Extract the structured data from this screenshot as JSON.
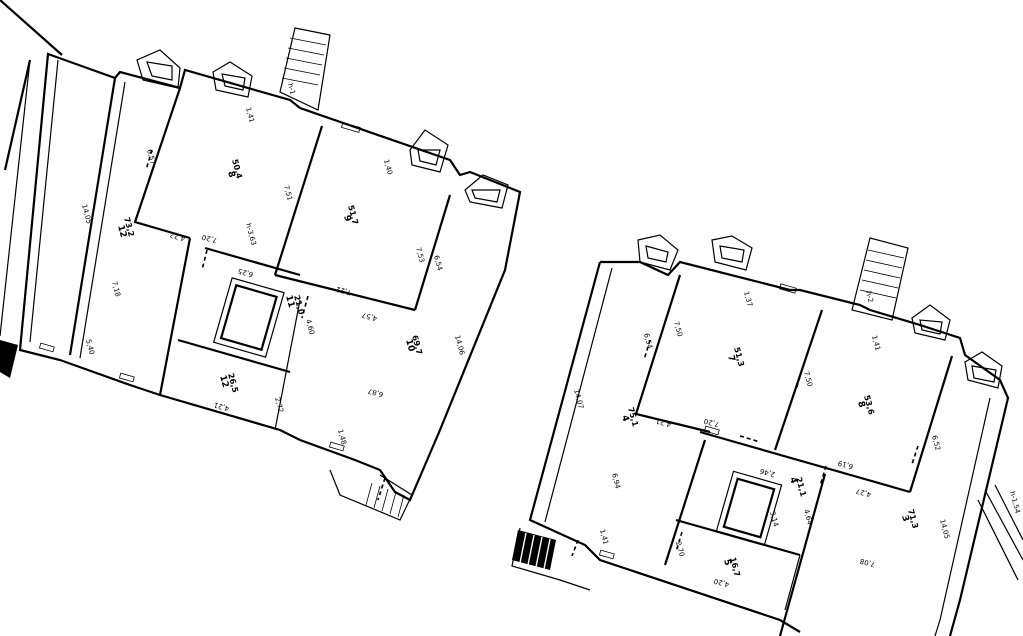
{
  "left_unit": {
    "rooms": [
      {
        "number": "8",
        "area": "50,4"
      },
      {
        "number": "9",
        "area": "51,7"
      },
      {
        "number": "12",
        "area": "73,2"
      },
      {
        "number": "11",
        "area": "21,0"
      },
      {
        "number": "10",
        "area": "69,7"
      },
      {
        "number": "12",
        "area": "26,5"
      }
    ],
    "dimensions": [
      "6,57",
      "1,41",
      "7,51",
      "1,40",
      "14,05",
      "4,22",
      "7,20",
      "h-3,63",
      "7,53",
      "6,54",
      "6,25",
      "7,22",
      "4,57",
      "7,18",
      "4,60",
      "5,40",
      "4,21",
      "2,72",
      "6,87",
      "14,06",
      "1,48"
    ],
    "labels": {
      "stair": "h-1"
    }
  },
  "right_unit": {
    "rooms": [
      {
        "number": "7",
        "area": "51,3"
      },
      {
        "number": "4",
        "area": "75,1"
      },
      {
        "number": "8",
        "area": "53,6"
      },
      {
        "number": "4",
        "area": "21,1"
      },
      {
        "number": "3",
        "area": "71,3"
      },
      {
        "number": "5",
        "area": "16,7"
      }
    ],
    "dimensions": [
      "6,54",
      "7,50",
      "1,37",
      "7,20",
      "4,21",
      "7,50",
      "1,41",
      "6,52",
      "14,07",
      "6,94",
      "2,46",
      "6,19",
      "3,14",
      "4,64",
      "4,27",
      "14,05",
      "1,41",
      "2,70",
      "4,20",
      "7,08"
    ],
    "labels": {
      "stair": "h-2",
      "edge": "h-1,54"
    }
  }
}
